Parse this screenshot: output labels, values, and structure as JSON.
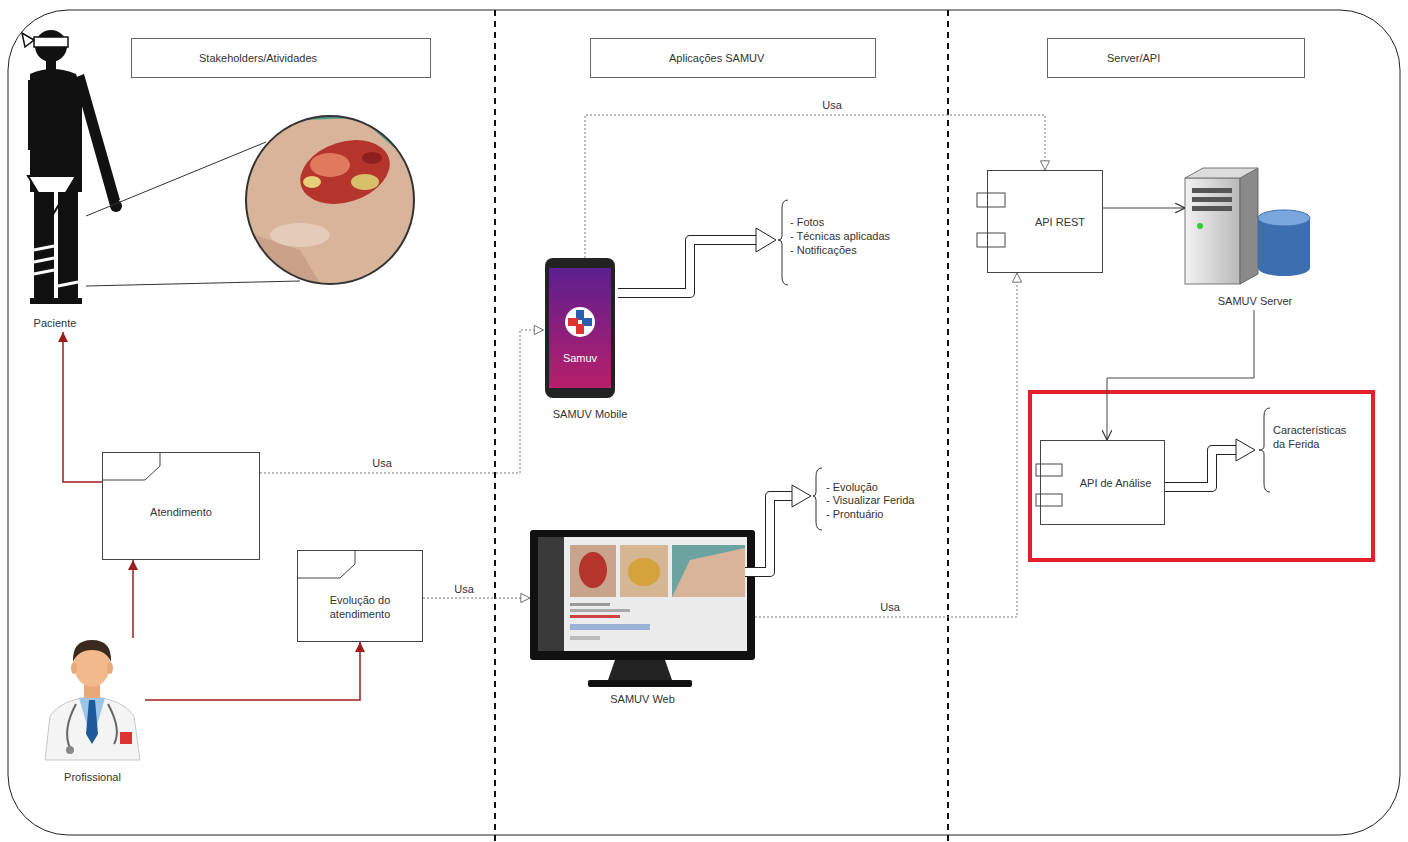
{
  "diagram": {
    "nodes": [
      {
        "text": [
          "Stakeholders/Atividades"
        ]
      },
      {
        "text": [
          "Aplicações SAMUV"
        ]
      },
      {
        "text": [
          "Server/API"
        ]
      },
      {
        "text": [
          "Paciente"
        ]
      },
      {
        "text": [
          "SAMUV Mobile"
        ]
      },
      {
        "text": [
          "API REST"
        ]
      },
      {
        "text": [
          "SAMUV Server"
        ]
      },
      {
        "text": [
          "Atendimento"
        ]
      },
      {
        "text": [
          "API de Análise"
        ]
      },
      {
        "text": [
          "Evolução do atendimento"
        ]
      },
      {
        "text": [
          "SAMUV Web"
        ]
      },
      {
        "text": [
          "Profissional"
        ]
      }
    ],
    "edges": [
      {
        "from": 7,
        "to": 3,
        "arrow": "to"
      },
      {
        "from": 11,
        "to": 7,
        "arrow": "to"
      },
      {
        "from": 11,
        "to": 9,
        "arrow": "to"
      },
      {
        "from": 7,
        "to": 4,
        "label": "Usa",
        "arrow": "to"
      },
      {
        "from": 9,
        "to": 10,
        "label": "Usa",
        "arrow": "to"
      },
      {
        "from": 4,
        "to": 5,
        "label": "Usa",
        "arrow": "to"
      },
      {
        "from": 10,
        "to": 5,
        "label": "Usa",
        "arrow": "to"
      },
      {
        "from": 5,
        "to": 6,
        "arrow": "to"
      },
      {
        "from": 6,
        "to": 8,
        "arrow": "to"
      }
    ],
    "labels": [
      "Samuv",
      "- Fotos",
      "- Técnicas aplicadas",
      "- Notificações",
      "- Evolução",
      "- Visualizar Ferida",
      "- Prontuário",
      "Características da Ferida"
    ]
  }
}
